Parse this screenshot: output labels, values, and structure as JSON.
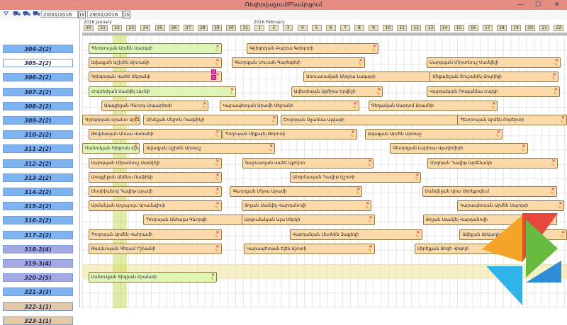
{
  "window": {
    "title": "Ռեզերվացում/Բնակեցում"
  },
  "toolbar": {
    "icons": [
      "filter-icon",
      "car-icon",
      "car-icon",
      "car-icon"
    ],
    "date_from": "20/01/2016",
    "date_to": "29/02/2016",
    "cal_label": "15"
  },
  "months": [
    "2016 January",
    "2016 February"
  ],
  "days": [
    "20",
    "21",
    "22",
    "23",
    "24",
    "25",
    "26",
    "27",
    "28",
    "29",
    "30",
    "31",
    "1",
    "2",
    "3",
    "4",
    "5",
    "6",
    "7",
    "8",
    "9",
    "10",
    "11",
    "12",
    "13",
    "14",
    "15",
    "16",
    "17",
    "18",
    "19",
    "20",
    "21",
    "22"
  ],
  "rooms": [
    {
      "label": "304-2(2)",
      "color": "#7db3f0"
    },
    {
      "label": "305-2(2)",
      "color": "#ffffff"
    },
    {
      "label": "306-2(2)",
      "color": "#7db3f0"
    },
    {
      "label": "307-2(2)",
      "color": "#7db3f0"
    },
    {
      "label": "308-2(2)",
      "color": "#7db3f0"
    },
    {
      "label": "309-2(2)",
      "color": "#7db3f0"
    },
    {
      "label": "310-2(2)",
      "color": "#7db3f0"
    },
    {
      "label": "311-2(2)",
      "color": "#7db3f0"
    },
    {
      "label": "312-2(2)",
      "color": "#7db3f0"
    },
    {
      "label": "313-2(2)",
      "color": "#7db3f0"
    },
    {
      "label": "314-2(2)",
      "color": "#7db3f0"
    },
    {
      "label": "315-2(2)",
      "color": "#7db3f0"
    },
    {
      "label": "316-2(2)",
      "color": "#7db3f0"
    },
    {
      "label": "317-2(2)",
      "color": "#7db3f0"
    },
    {
      "label": "318-2(4)",
      "color": "#a6a8e6"
    },
    {
      "label": "319-3(4)",
      "color": "#a6a8e6"
    },
    {
      "label": "320-2(5)",
      "color": "#a6a8e6"
    },
    {
      "label": "321-3(3)",
      "color": "#7db3f0"
    },
    {
      "label": "322-1(1)",
      "color": "#e3c9a6"
    },
    {
      "label": "323-1(1)",
      "color": "#e3c9a6"
    }
  ],
  "bookings": [
    {
      "row": 0,
      "start": 0.8,
      "len": 17.4,
      "text": "Պետրոսյան Արմեն Սարգսի",
      "color": "g"
    },
    {
      "row": 0,
      "start": 21.5,
      "len": 17.2,
      "text": "Գրիգորյան Բաբրա Գրիգորի",
      "color": "o"
    },
    {
      "row": 1,
      "start": 0.8,
      "len": 17.4,
      "text": "Ավագյան Աշխեն Արտակի",
      "color": "o"
    },
    {
      "row": 1,
      "start": 19.5,
      "len": 17.4,
      "text": "Գևորգյան Սուսան Գարեգինի",
      "color": "o"
    },
    {
      "row": 1,
      "start": 45.0,
      "len": 17.5,
      "text": "Սարգսյան Միրսոնուշ Սամվելի",
      "color": "o"
    },
    {
      "row": 2,
      "start": 0.8,
      "len": 17.4,
      "text": "Գրիգորյան Վահե Սեյրանի",
      "color": "o"
    },
    {
      "row": 2,
      "start": 28.9,
      "len": 17.3,
      "text": "Առուստամյան Անդրա Լագարի",
      "color": "o"
    },
    {
      "row": 2,
      "start": 45.4,
      "len": 16.8,
      "text": "Միքայելյան Շուշանիկ Յուրիկի",
      "color": "o"
    },
    {
      "row": 3,
      "start": 0.8,
      "len": 19.3,
      "text": "Հովսեփյան Սամվել Լևոնի",
      "color": "g"
    },
    {
      "row": 3,
      "start": 27.3,
      "len": 12.0,
      "text": "Ավետիսյան Ալմիրա Երվիշի",
      "color": "o"
    },
    {
      "row": 3,
      "start": 45.0,
      "len": 17.4,
      "text": "Վարդանյան Ռուզաննա Հայկի",
      "color": "o"
    },
    {
      "row": 4,
      "start": 2.5,
      "len": 14.0,
      "text": "Առաքելյան Գևորգ Լիպարիտի",
      "color": "o"
    },
    {
      "row": 4,
      "start": 18.0,
      "len": 18.2,
      "text": "Կարապետյան Արամի Սեյրանի",
      "color": "o"
    },
    {
      "row": 4,
      "start": 37.4,
      "len": 16.9,
      "text": "Գեղամյան Սարդոմ Արամիի",
      "color": "o"
    },
    {
      "row": 5,
      "start": 0.0,
      "len": 7.6,
      "text": "Գրիգորյան Հրանտ Արեկ",
      "color": "o"
    },
    {
      "row": 5,
      "start": 8.0,
      "len": 17.6,
      "text": "Մխելյան Սեյրոն Ռազմիկի",
      "color": "o"
    },
    {
      "row": 5,
      "start": 25.9,
      "len": 24.6,
      "text": "Շողորյան Օլյաննա Ալվաթի",
      "color": "o"
    },
    {
      "row": 5,
      "start": 49.0,
      "len": 17.5,
      "text": "Պետրոսյան Արմեն Ռոբերտի",
      "color": "o"
    },
    {
      "row": 6,
      "start": 0.8,
      "len": 17.4,
      "text": "Թովմասյան Անևա Վահանի",
      "color": "o"
    },
    {
      "row": 6,
      "start": 18.3,
      "len": 17.6,
      "text": "Պողոսյան Միքայել Թորոսի",
      "color": "o"
    },
    {
      "row": 6,
      "start": 36.9,
      "len": 18.0,
      "text": "Ավագյան Արմեն Արտաշ",
      "color": "o"
    },
    {
      "row": 7,
      "start": 0.0,
      "len": 7.5,
      "text": "Մանուկյան Տիգրան Հրանտի",
      "color": "g"
    },
    {
      "row": 7,
      "start": 8.0,
      "len": 17.2,
      "text": "Ավագյան Աշխեն Արտաշ",
      "color": "o"
    },
    {
      "row": 7,
      "start": 40.2,
      "len": 18.0,
      "text": "Գեւորգյան Լարիսա Վլադիմիրի",
      "color": "o"
    },
    {
      "row": 8,
      "start": 0.8,
      "len": 17.4,
      "text": "Սարգսյան Միրսոնուշ Սամվելի",
      "color": "o"
    },
    {
      "row": 8,
      "start": 20.9,
      "len": 17.2,
      "text": "Գալուստյան Վահե Ալբերտ",
      "color": "o"
    },
    {
      "row": 8,
      "start": 45.1,
      "len": 17.0,
      "text": "Մրզոյան Դավիթ Արմենակի",
      "color": "o"
    },
    {
      "row": 9,
      "start": 0.8,
      "len": 17.4,
      "text": "Առաքելյան Անձնա Ռաֆիկի",
      "color": "o"
    },
    {
      "row": 9,
      "start": 27.1,
      "len": 17.2,
      "text": "Անդրեասյան Դավիթ Աշոտի",
      "color": "o"
    },
    {
      "row": 10,
      "start": 0.8,
      "len": 17.4,
      "text": "Սեսփիանով Դավիթ Արամի",
      "color": "o"
    },
    {
      "row": 10,
      "start": 19.3,
      "len": 17.3,
      "text": "Գևորգյան Մերա Արամի",
      "color": "o"
    },
    {
      "row": 10,
      "start": 44.4,
      "len": 17.6,
      "text": "Մանվելյան Արա Սիրեքովեւմ",
      "color": "o"
    },
    {
      "row": 11,
      "start": 0.8,
      "len": 17.4,
      "text": "Արմանյան Արշալույս Արամայիսի",
      "color": "o"
    },
    {
      "row": 11,
      "start": 20.8,
      "len": 17.0,
      "text": "Յոլյան Սամվել Վարդանովի",
      "color": "o"
    },
    {
      "row": 11,
      "start": 49.0,
      "len": 14.0,
      "text": "Կարապետյան Արմեն Սարգսի",
      "color": "o"
    },
    {
      "row": 12,
      "start": 8.0,
      "len": 17.2,
      "text": "Պողոսյան Անհալա Գևորգի",
      "color": "o"
    },
    {
      "row": 12,
      "start": 20.8,
      "len": 17.4,
      "text": "Արզումանյան Ալա Սերկի",
      "color": "o"
    },
    {
      "row": 12,
      "start": 44.5,
      "len": 17.5,
      "text": "Յոլյան Սամվել Վարդանովի",
      "color": "o"
    },
    {
      "row": 13,
      "start": 0.8,
      "len": 17.4,
      "text": "Պողոսյան Արմեն Վահրամի",
      "color": "o"
    },
    {
      "row": 13,
      "start": 27.1,
      "len": 17.3,
      "text": "Վարդանյան Լեւոնին Զաքիկի",
      "color": "o"
    },
    {
      "row": 13,
      "start": 49.3,
      "len": 17.2,
      "text": "Ավելյան Արկադի Փայլակի",
      "color": "o"
    },
    {
      "row": 14,
      "start": 0.8,
      "len": 17.4,
      "text": "Թադևոսյան Գեղամ Րշխանի",
      "color": "o"
    },
    {
      "row": 14,
      "start": 21.1,
      "len": 17.1,
      "text": "Կարապետյան Էլեն Աշոտի",
      "color": "o"
    },
    {
      "row": 14,
      "start": 43.4,
      "len": 17.8,
      "text": "Սիրեքյան Ջոզե Վիգոյի",
      "color": "o"
    },
    {
      "row": 16,
      "start": 0.8,
      "len": 16.8,
      "text": "Մանուկյան Տիգրան Հրանտի",
      "color": "g"
    }
  ],
  "ui": {
    "close_mark": "✕",
    "edit_mark": "✎",
    "pink_mark": "2"
  }
}
